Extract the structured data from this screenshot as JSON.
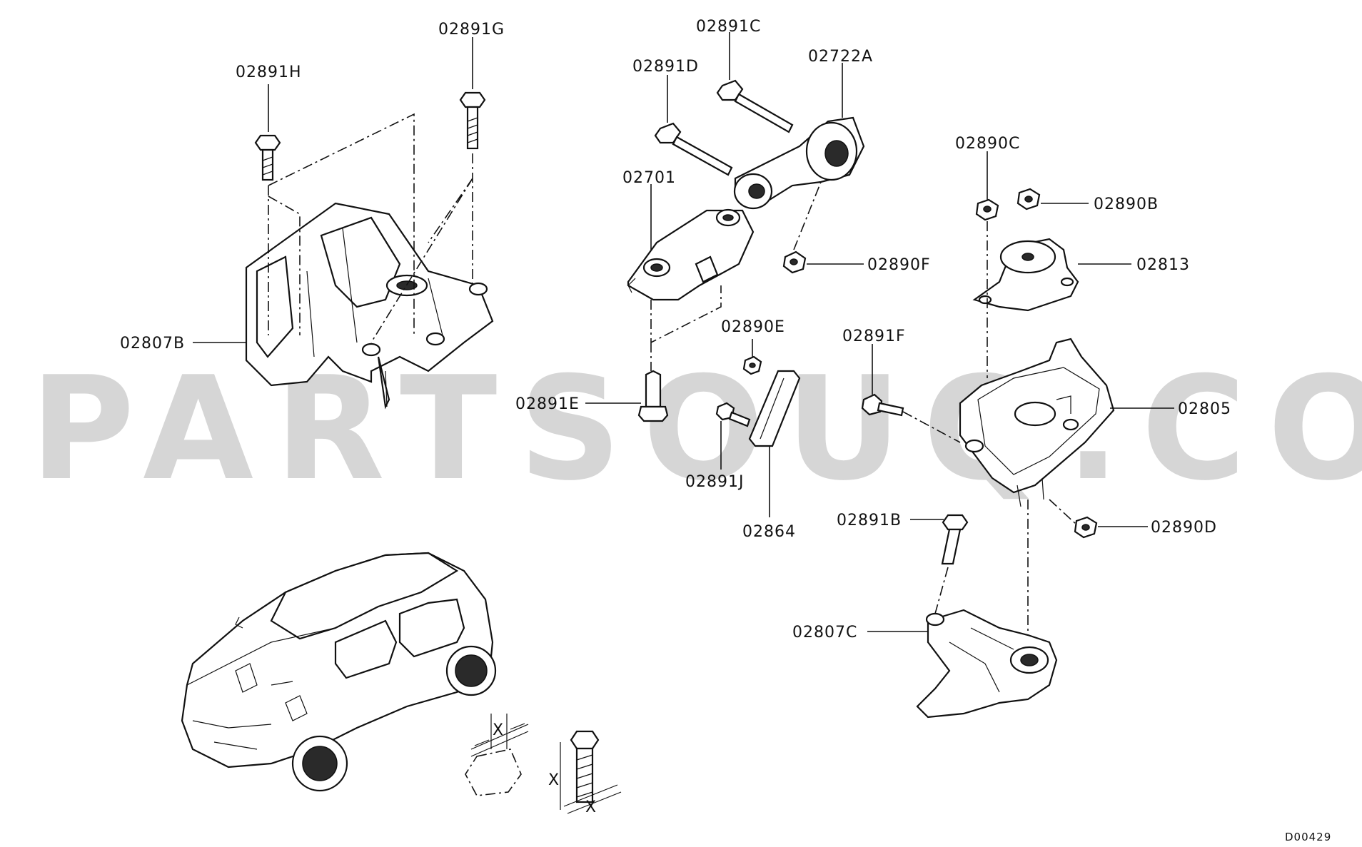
{
  "watermark": "PARTSOUQ.COM",
  "diagram_code": "D00429",
  "labels": {
    "p02891H": "02891H",
    "p02891G": "02891G",
    "p02891C": "02891C",
    "p02891D": "02891D",
    "p02722A": "02722A",
    "p02890C": "02890C",
    "p02890B": "02890B",
    "p02701": "02701",
    "p02813": "02813",
    "p02890F": "02890F",
    "p02807B": "02807B",
    "p02890E": "02890E",
    "p02891F": "02891F",
    "p02805": "02805",
    "p02891E": "02891E",
    "p02891J": "02891J",
    "p02864": "02864",
    "p02891B": "02891B",
    "p02890D": "02890D",
    "p02807C": "02807C"
  },
  "dimension_marks": {
    "x1": "X",
    "x2": "X",
    "x3": "X"
  }
}
